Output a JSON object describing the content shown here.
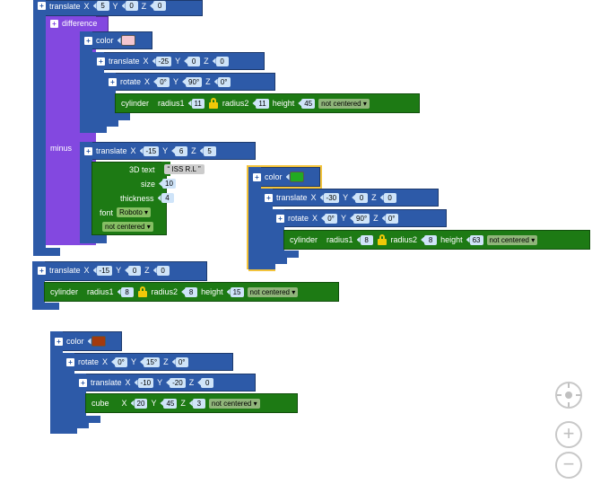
{
  "blocks": {
    "translate_top": {
      "label": "translate",
      "x": "5",
      "y": "0",
      "z": "0"
    },
    "difference": {
      "label": "difference",
      "minus_label": "minus"
    },
    "color_pink": {
      "label": "color",
      "swatch": "#f4c6d0"
    },
    "translate_a": {
      "label": "translate",
      "x": "-25",
      "y": "0",
      "z": "0"
    },
    "rotate_a": {
      "label": "rotate",
      "x": "0°",
      "y": "90°",
      "z": "0°"
    },
    "cylinder_a": {
      "label": "cylinder",
      "r1_label": "radius1",
      "r1": "11",
      "r2_label": "radius2",
      "r2": "11",
      "h_label": "height",
      "h": "45",
      "center": "not centered"
    },
    "translate_b": {
      "label": "translate",
      "x": "-15",
      "y": "6",
      "z": "5"
    },
    "text3d": {
      "label": "3D text",
      "text": "ISS R.L",
      "size_label": "size",
      "size": "10",
      "thick_label": "thickness",
      "thick": "4",
      "font_label": "font",
      "font": "Roboto",
      "center": "not centered"
    },
    "color_green": {
      "label": "color",
      "swatch": "#22aa22"
    },
    "translate_c": {
      "label": "translate",
      "x": "-30",
      "y": "0",
      "z": "0"
    },
    "rotate_c": {
      "label": "rotate",
      "x": "0°",
      "y": "90°",
      "z": "0°"
    },
    "cylinder_c": {
      "label": "cylinder",
      "r1_label": "radius1",
      "r1": "8",
      "r2_label": "radius2",
      "r2": "8",
      "h_label": "height",
      "h": "63",
      "center": "not centered"
    },
    "translate_d": {
      "label": "translate",
      "x": "-15",
      "y": "0",
      "z": "0"
    },
    "cylinder_d": {
      "label": "cylinder",
      "r1_label": "radius1",
      "r1": "8",
      "r2_label": "radius2",
      "r2": "8",
      "h_label": "height",
      "h": "15",
      "center": "not centered"
    },
    "color_brown": {
      "label": "color",
      "swatch": "#a33a0e"
    },
    "rotate_e": {
      "label": "rotate",
      "x": "0°",
      "y": "15°",
      "z": "0°"
    },
    "translate_e": {
      "label": "translate",
      "x": "-10",
      "y": "-20",
      "z": "0"
    },
    "cube_e": {
      "label": "cube",
      "x": "20",
      "y": "45",
      "z": "3",
      "center": "not centered"
    }
  },
  "axis": {
    "x": "X",
    "y": "Y",
    "z": "Z"
  },
  "quote_open": "“",
  "quote_close": "”",
  "controls": {
    "recenter": "recenter-icon",
    "zoom_in": "+",
    "zoom_out": "−"
  }
}
